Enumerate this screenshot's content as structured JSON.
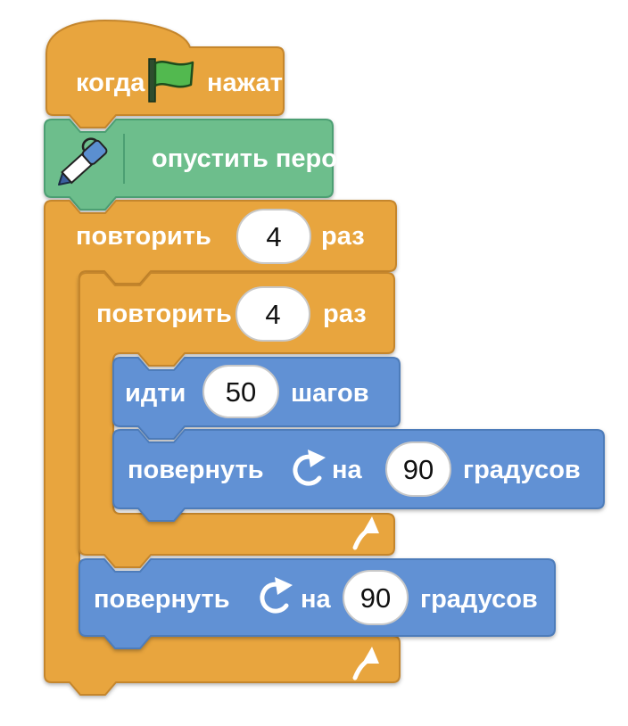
{
  "app": "scratch-block-script",
  "colors": {
    "control_orange": "#E8A53E",
    "pen_green": "#6DBE8C",
    "motion_blue": "#6191D4",
    "flag_green": "#52B94F",
    "input_background": "#FFFFFF",
    "label_text": "#FFFFFF",
    "number_text": "#111111"
  },
  "blocks": {
    "when_flag_clicked": {
      "text_before": "когда",
      "text_after": "нажат",
      "icon": "green-flag-icon"
    },
    "pen_down": {
      "label": "опустить перо",
      "icon": "pen-icon"
    },
    "repeat_outer": {
      "label": "повторить",
      "times": "4",
      "suffix": "раз",
      "loop_icon": "loop-arrow-icon"
    },
    "repeat_inner": {
      "label": "повторить",
      "times": "4",
      "suffix": "раз",
      "loop_icon": "loop-arrow-icon"
    },
    "move_steps": {
      "label": "идти",
      "steps": "50",
      "suffix": "шагов"
    },
    "turn_inner": {
      "label": "повернуть",
      "prep": "на",
      "degrees": "90",
      "suffix": "градусов",
      "icon": "turn-clockwise-icon"
    },
    "turn_outer": {
      "label": "повернуть",
      "prep": "на",
      "degrees": "90",
      "suffix": "градусов",
      "icon": "turn-clockwise-icon"
    }
  }
}
